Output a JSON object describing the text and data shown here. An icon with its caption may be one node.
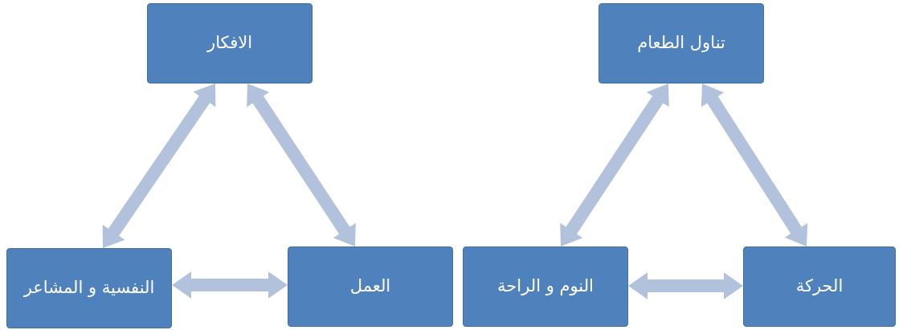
{
  "diagram": {
    "nodes": [
      {
        "text": [
          "الافكار"
        ]
      },
      {
        "text": [
          "تناول الطعام"
        ]
      },
      {
        "text": [
          "النفسية و المشاعر"
        ]
      },
      {
        "text": [
          "العمل"
        ]
      },
      {
        "text": [
          "النوم و الراحة"
        ]
      },
      {
        "text": [
          "الحركة"
        ]
      }
    ],
    "edges": [
      {
        "from": 0,
        "to": 2,
        "arrow": "both",
        "style": "thick"
      },
      {
        "from": 0,
        "to": 3,
        "arrow": "both",
        "style": "thick"
      },
      {
        "from": 2,
        "to": 3,
        "arrow": "both",
        "style": "thick"
      },
      {
        "from": 1,
        "to": 4,
        "arrow": "both",
        "style": "thick"
      },
      {
        "from": 1,
        "to": 5,
        "arrow": "both",
        "style": "thick"
      },
      {
        "from": 4,
        "to": 5,
        "arrow": "both",
        "style": "thick"
      }
    ]
  }
}
